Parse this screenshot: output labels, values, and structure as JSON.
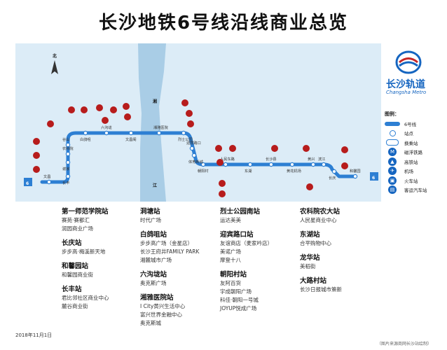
{
  "title": "长沙地铁6号线沿线商业总览",
  "compass": "北",
  "river_labels": [
    "湘",
    "江"
  ],
  "line_badge": "6",
  "brand": {
    "name": "长沙轨道",
    "sub": "Changsha Metro"
  },
  "legend": {
    "title": "图例：",
    "items": [
      {
        "icon": "line-6-icon",
        "label": "6号线"
      },
      {
        "icon": "station-icon",
        "label": "站点"
      },
      {
        "icon": "transfer-station-icon",
        "label": "换乘站"
      },
      {
        "icon": "rail-transfer-icon",
        "label": "磁浮铁路"
      },
      {
        "icon": "high-speed-rail-icon",
        "label": "高铁站"
      },
      {
        "icon": "airport-icon",
        "label": "机场"
      },
      {
        "icon": "train-station-icon",
        "label": "火车站"
      },
      {
        "icon": "bus-station-icon",
        "label": "客运汽车站"
      }
    ]
  },
  "map_station_labels": [
    "文昌",
    "谢家",
    "谷山",
    "白鸽咀",
    "六沟垅",
    "文昌阁",
    "湘雅医院",
    "烈士公园",
    "迎宾路口",
    "朝阳村",
    "人民东路",
    "东湖",
    "长沙县",
    "黄花机场",
    "黄兴",
    "长庆",
    "和馨园",
    "长丰",
    "农科院",
    "体育新城",
    "滨江"
  ],
  "stations": [
    {
      "col": 0,
      "list": [
        {
          "name": "第一师范学院站",
          "malls": [
            "赛苑·赛都汇",
            "润园商业广场"
          ]
        },
        {
          "name": "长庆站",
          "malls": [
            "步步高·梅溪新天地"
          ]
        },
        {
          "name": "和馨园站",
          "malls": [
            "和馨园商业街"
          ]
        },
        {
          "name": "长丰站",
          "malls": [
            "君比邻社区商业中心",
            "麓谷商业街"
          ]
        }
      ]
    },
    {
      "col": 1,
      "list": [
        {
          "name": "洞塘站",
          "malls": [
            "时代广场"
          ]
        },
        {
          "name": "白鸽咀站",
          "malls": [
            "步步高广场（金星店）",
            "长沙王府井FAMILY PARK",
            "湘麓城市广场"
          ]
        },
        {
          "name": "六沟垅站",
          "malls": [
            "奥克斯广场"
          ]
        },
        {
          "name": "湘雅医院站",
          "malls": [
            "I City黄兴生活中心",
            "富兴世界金融中心",
            "奥克斯城"
          ]
        }
      ]
    },
    {
      "col": 2,
      "list": [
        {
          "name": "烈士公园南站",
          "malls": [
            "运达美美"
          ]
        },
        {
          "name": "迎宾路口站",
          "malls": [
            "友谊商店（麦家吟店）",
            "美诺广场",
            "摩登十八"
          ]
        },
        {
          "name": "朝阳村站",
          "malls": [
            "友阿百货",
            "宇成朝阳广场",
            "科佳·朝阳一号城",
            "JOYUP悦成广场"
          ]
        }
      ]
    },
    {
      "col": 3,
      "list": [
        {
          "name": "农科院农大站",
          "malls": [
            "人民星商业中心"
          ]
        },
        {
          "name": "东湖站",
          "malls": [
            "合平购物中心"
          ]
        },
        {
          "name": "龙华站",
          "malls": [
            "美稻街"
          ]
        },
        {
          "name": "大路村站",
          "malls": [
            "长沙日报城市策新"
          ]
        }
      ]
    }
  ],
  "footer_date": "2018年11月1日",
  "credit": "（图片来源商网长沙站绘制）",
  "colors": {
    "line": "#2d7fd3",
    "poi": "#b71c1c",
    "river": "#a9cde6",
    "land": "#dcecf7"
  }
}
